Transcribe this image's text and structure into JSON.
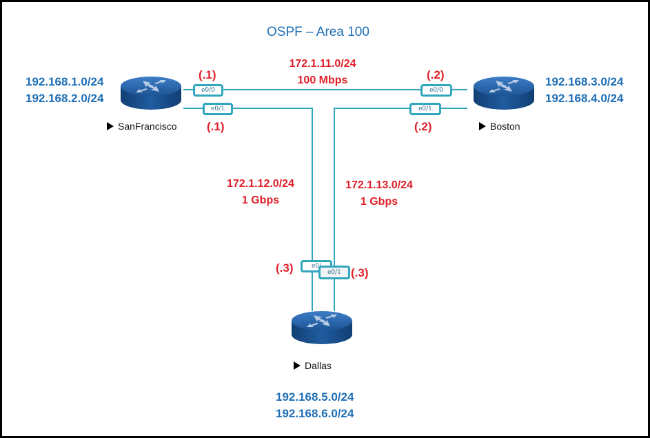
{
  "title": "OSPF – Area 100",
  "colors": {
    "title": "#1f6fb5",
    "lan_networks": "#1f6fb5",
    "link_labels": "#e0202a",
    "link_lines": "#31a6bd",
    "router_body": "#1a4f8f"
  },
  "routers": {
    "sanfrancisco": {
      "name": "SanFrancisco",
      "icon": "router-icon",
      "lan_networks": [
        "192.168.1.0/24",
        "192.168.2.0/24"
      ],
      "interfaces": [
        {
          "name": "e0/0",
          "ip_suffix": "(.1)"
        },
        {
          "name": "e0/1",
          "ip_suffix": "(.1)"
        }
      ]
    },
    "boston": {
      "name": "Boston",
      "icon": "router-icon",
      "lan_networks": [
        "192.168.3.0/24",
        "192.168.4.0/24"
      ],
      "interfaces": [
        {
          "name": "e0/0",
          "ip_suffix": "(.2)"
        },
        {
          "name": "e0/1",
          "ip_suffix": "(.2)"
        }
      ]
    },
    "dallas": {
      "name": "Dallas",
      "icon": "router-icon",
      "lan_networks": [
        "192.168.5.0/24",
        "192.168.6.0/24"
      ],
      "interfaces": [
        {
          "name": "e0/",
          "ip_suffix": "(.3)"
        },
        {
          "name": "e0/1",
          "ip_suffix": "(.3)"
        }
      ]
    }
  },
  "links": [
    {
      "id": "sf-boston",
      "subnet": "172.1.11.0/24",
      "bandwidth": "100 Mbps"
    },
    {
      "id": "sf-dallas",
      "subnet": "172.1.12.0/24",
      "bandwidth": "1 Gbps"
    },
    {
      "id": "boston-dallas",
      "subnet": "172.1.13.0/24",
      "bandwidth": "1 Gbps"
    }
  ]
}
